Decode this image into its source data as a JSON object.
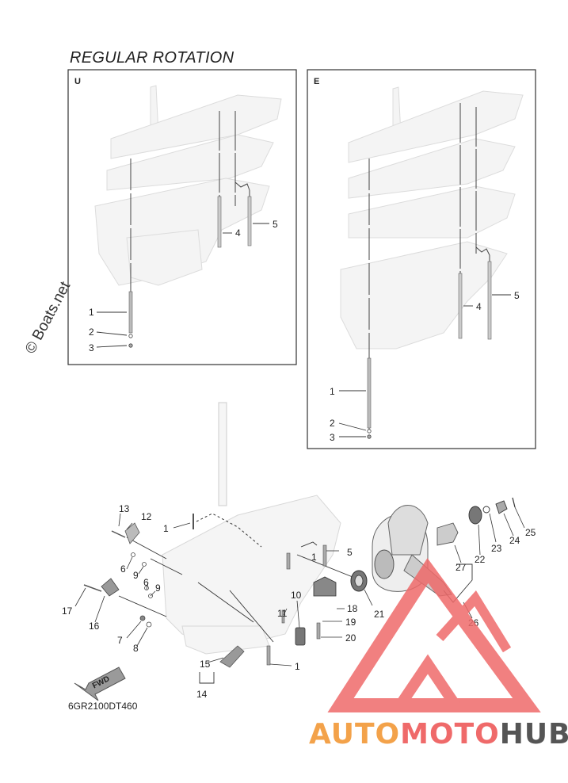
{
  "title": "REGULAR ROTATION",
  "panel_u": {
    "label": "U",
    "callouts": [
      "1",
      "2",
      "3",
      "4",
      "5"
    ]
  },
  "panel_e": {
    "label": "E",
    "callouts": [
      "1",
      "2",
      "3",
      "4",
      "5"
    ]
  },
  "main_callouts": {
    "c1a": "1",
    "c1b": "1",
    "c1c": "1",
    "c5": "5",
    "c6a": "6",
    "c6b": "6",
    "c7": "7",
    "c8": "8",
    "c9a": "9",
    "c9b": "9",
    "c10": "10",
    "c11": "11",
    "c12": "12",
    "c13": "13",
    "c14": "14",
    "c15": "15",
    "c16": "16",
    "c17": "17",
    "c18": "18",
    "c19": "19",
    "c20": "20",
    "c21": "21",
    "c22": "22",
    "c23": "23",
    "c24": "24",
    "c25": "25",
    "c26": "26",
    "c27": "27"
  },
  "fwd_label": "FWD",
  "diagram_code": "6GR2100DT460",
  "watermark": "© Boats.net",
  "logo": {
    "part1": "AUTO",
    "part2": "MOTO",
    "part3": "HUB"
  },
  "colors": {
    "logo_orange": "#f3a24a",
    "logo_red": "#ef6a6a",
    "logo_gray": "#555555",
    "line": "#333333"
  }
}
